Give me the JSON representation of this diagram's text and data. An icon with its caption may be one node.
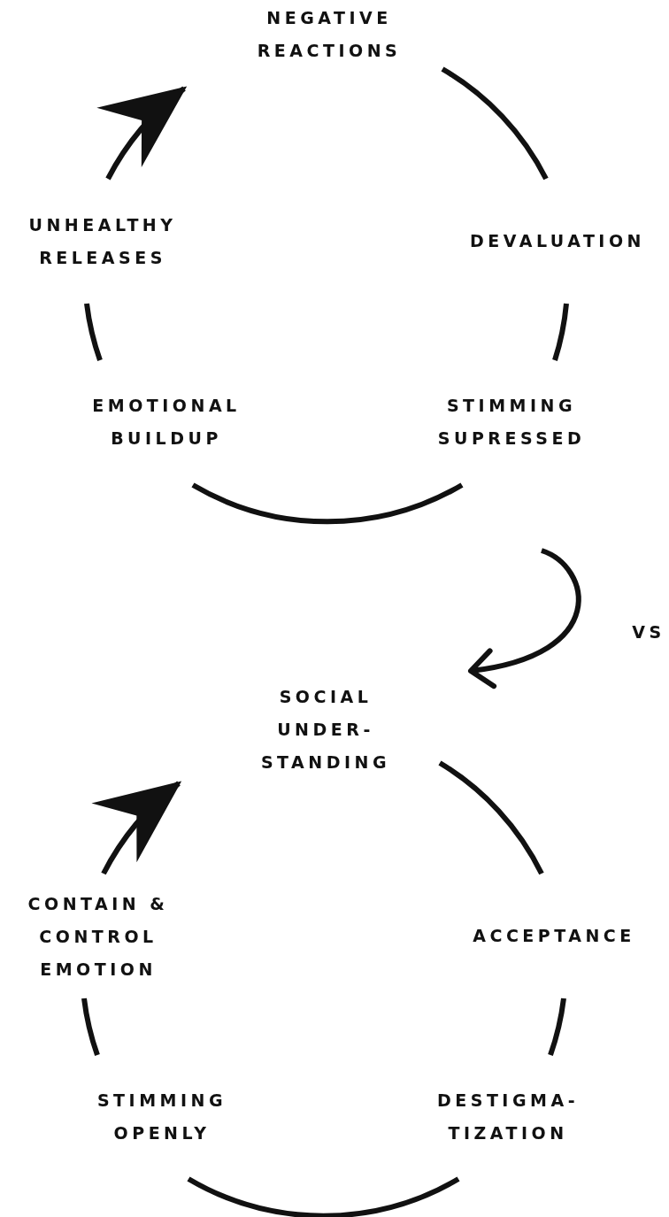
{
  "diagram": {
    "nodes": [
      {
        "text": [
          "NEGATIVE REACTIONS"
        ]
      },
      {
        "text": [
          "DEVALUATION"
        ]
      },
      {
        "text": [
          "STIMMING SUPRESSED"
        ]
      },
      {
        "text": [
          "EMOTIONAL BUILDUP"
        ]
      },
      {
        "text": [
          "UNHEALTHY RELEASES"
        ]
      },
      {
        "text": [
          "SOCIAL UNDER- STANDING"
        ]
      },
      {
        "text": [
          "ACCEPTANCE"
        ]
      },
      {
        "text": [
          "DESTIGMA- TIZATION"
        ]
      },
      {
        "text": [
          "STIMMING OPENLY"
        ]
      },
      {
        "text": [
          "CONTAIN & CONTROL EMOTION"
        ]
      }
    ],
    "edges": [
      {
        "from": 0,
        "to": 1,
        "arrow": "none"
      },
      {
        "from": 1,
        "to": 2,
        "arrow": "none"
      },
      {
        "from": 2,
        "to": 3,
        "arrow": "none"
      },
      {
        "from": 3,
        "to": 4,
        "arrow": "none"
      },
      {
        "from": 4,
        "to": 0,
        "arrow": "to"
      },
      {
        "from": null,
        "to": 5,
        "arrow": "to"
      },
      {
        "from": 5,
        "to": 6,
        "arrow": "none"
      },
      {
        "from": 6,
        "to": 7,
        "arrow": "none"
      },
      {
        "from": 7,
        "to": 8,
        "arrow": "none"
      },
      {
        "from": 8,
        "to": 9,
        "arrow": "none"
      },
      {
        "from": 9,
        "to": 5,
        "arrow": "to"
      }
    ],
    "labels": [
      "VS"
    ]
  }
}
